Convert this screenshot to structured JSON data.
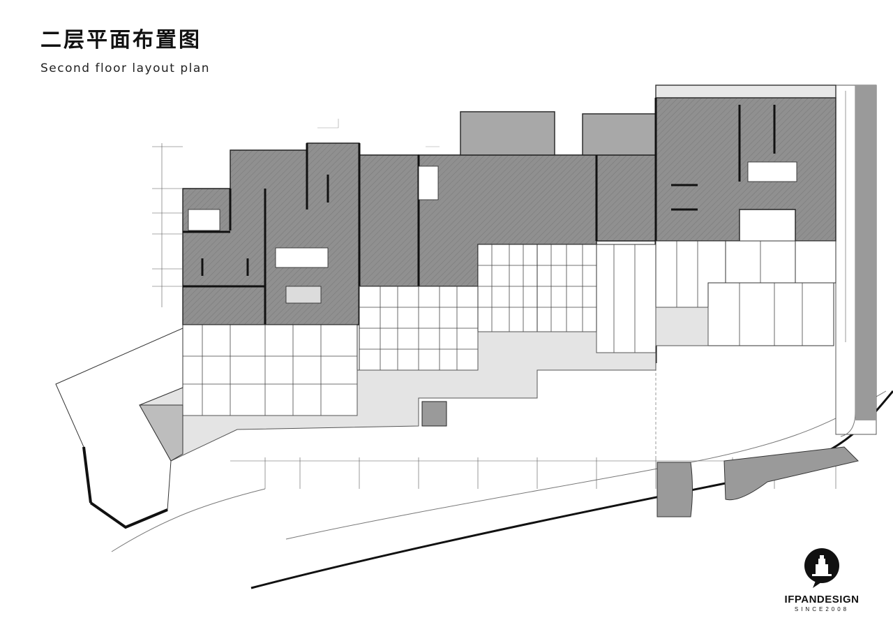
{
  "header": {
    "title_cn": "二层平面布置图",
    "title_en": "Second floor layout plan"
  },
  "logo": {
    "name": "IFPANDESIGN",
    "tagline": "SINCE2008"
  },
  "colors": {
    "hatched_area": "#8f8f8f",
    "hatch_line": "#777777",
    "corridor": "#e4e4e4",
    "wall": "#111111",
    "line": "#444444"
  }
}
